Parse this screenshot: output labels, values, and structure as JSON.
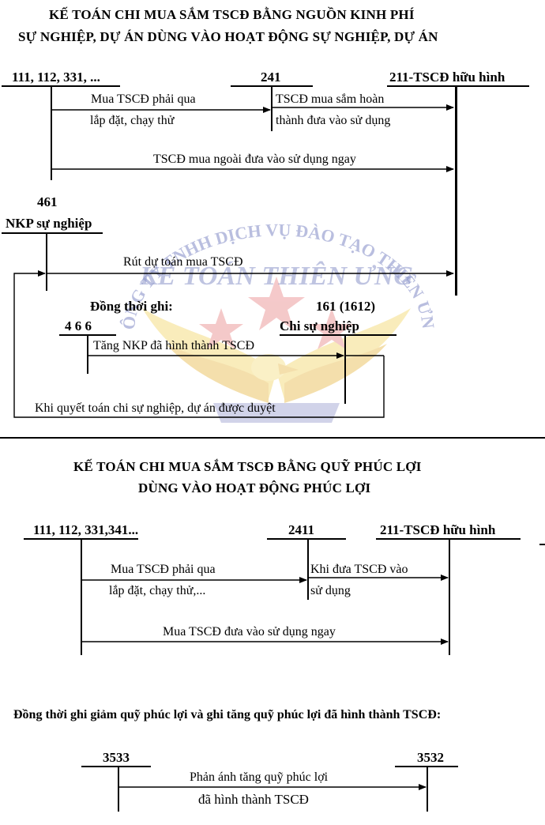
{
  "section1": {
    "title_line1": "KẾ TOÁN CHI MUA SẮM TSCĐ BẰNG NGUỒN KINH PHÍ",
    "title_line2": "SỰ NGHIỆP, DỰ ÁN DÙNG VÀO HOẠT ĐỘNG SỰ NGHIỆP, DỰ ÁN",
    "acct_cash": "111, 112, 331, ...",
    "acct_241": "241",
    "acct_211": "211-TSCĐ hữu hình",
    "flow1_line1": "Mua TSCĐ phải qua",
    "flow1_line2": "lắp đặt, chạy thử",
    "flow2_line1": "TSCĐ  mua sắm hoàn",
    "flow2_line2": "thành  đưa vào sử dụng",
    "flow3": "TSCĐ mua ngoài đưa vào sử dụng ngay",
    "acct_461_code": "461",
    "acct_461_name": "NKP sự nghiệp",
    "flow4": "Rút dự toán mua TSCĐ",
    "simultaneous": "Đồng thời ghi:",
    "acct_161_code": "161 (1612)",
    "acct_161_name": "Chi sự nghiệp",
    "acct_466": "4 6 6",
    "flow5": "Tăng NKP đã hình thành TSCĐ",
    "flow6": "Khi quyết toán chi sự nghiệp, dự án được duyệt"
  },
  "section2": {
    "title_line1": "KẾ TOÁN CHI MUA SẮM TSCĐ BẰNG QUỸ PHÚC LỢI",
    "title_line2": "DÙNG VÀO HOẠT ĐỘNG PHÚC LỢI",
    "acct_cash": "111, 112, 331,341...",
    "acct_2411": "2411",
    "acct_211": "211-TSCĐ hữu hình",
    "flow1_line1": "Mua TSCĐ phải qua",
    "flow1_line2": "lắp đặt, chạy thử,...",
    "flow2_line1": "Khi đưa TSCĐ  vào",
    "flow2_line2": "sử dụng",
    "flow3": "Mua TSCĐ đưa vào sử dụng ngay"
  },
  "section3": {
    "heading": "Đồng thời ghi giảm quỹ phúc lợi và ghi tăng quỹ phúc lợi đã hình thành TSCĐ:",
    "acct_3533": "3533",
    "acct_3532": "3532",
    "flow_line1": "Phản ánh tăng quỹ phúc lợi",
    "flow_line2": "đã hình thành TSCĐ"
  },
  "watermark": {
    "arc_text": "CÔNG TY TNHH DỊCH VỤ ĐÀO TẠO THIÊN ƯNG",
    "brand": "KẾ TOÁN THIÊN ƯNG"
  },
  "colors": {
    "ink": "#000000",
    "watermark_red": "#e8888a",
    "watermark_blue": "#8b93c9",
    "watermark_gold": "#f2d66b"
  }
}
